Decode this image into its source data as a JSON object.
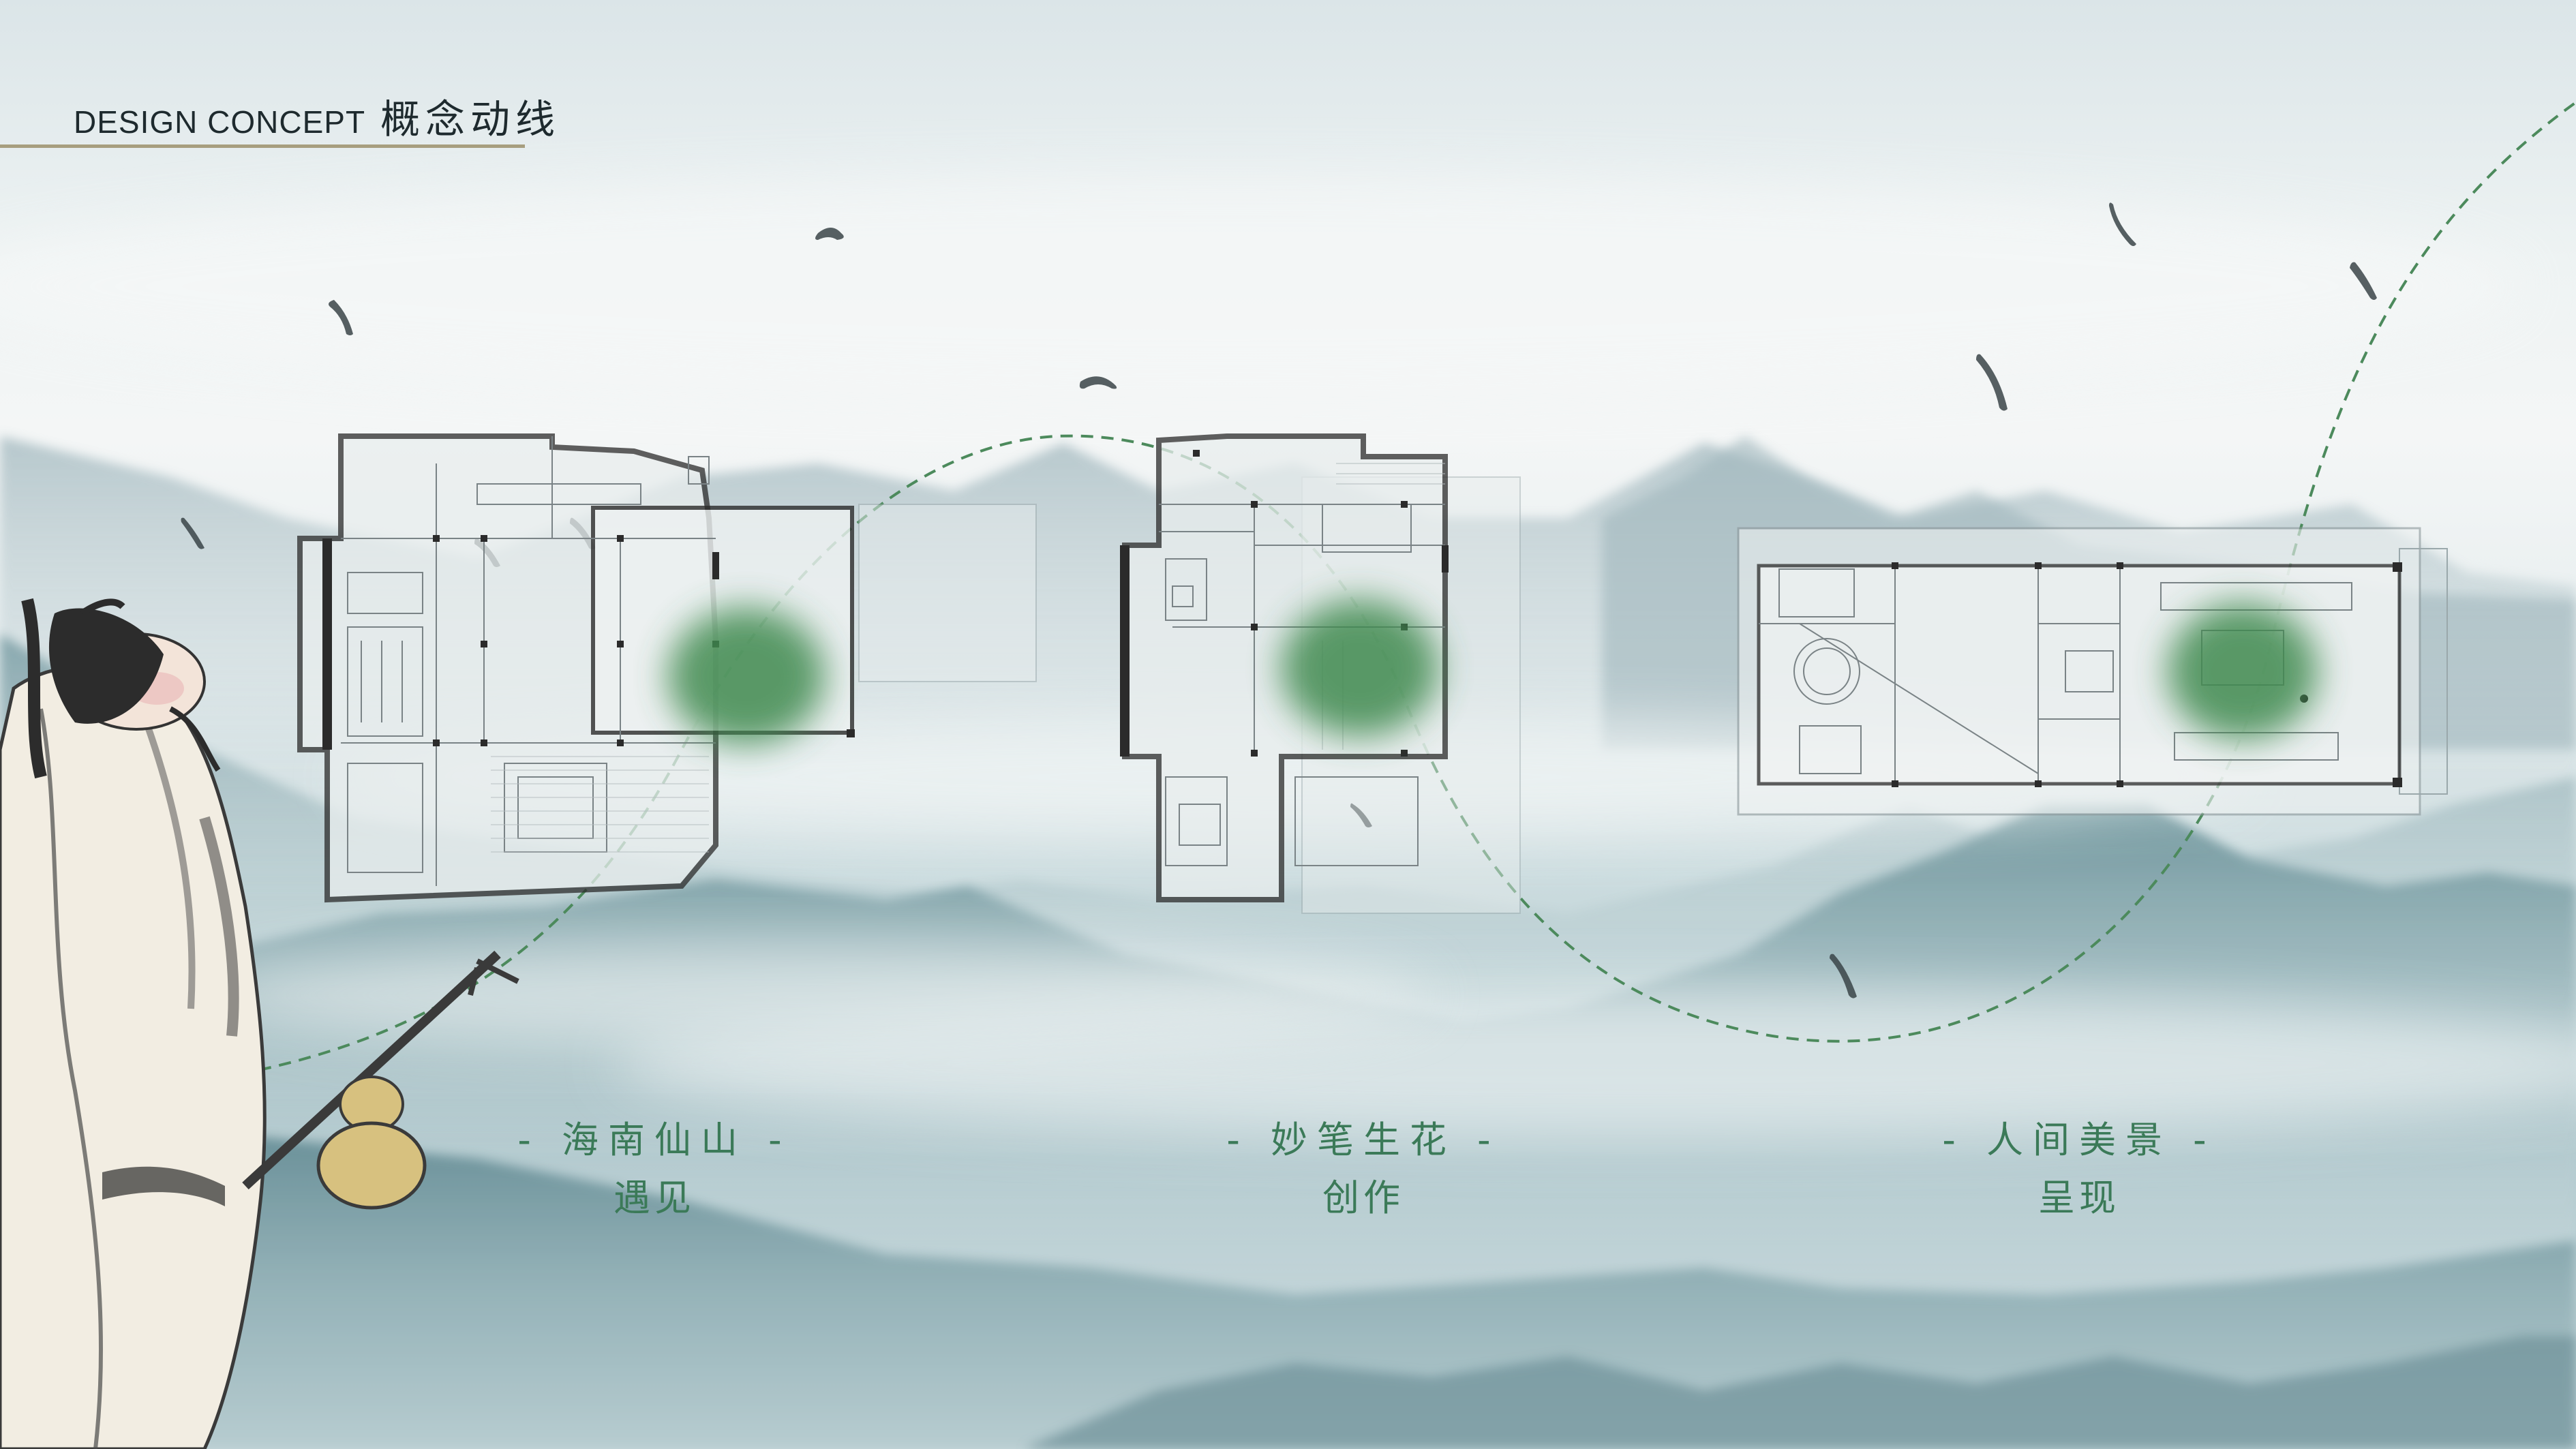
{
  "header": {
    "title_en": "DESIGN CONCEPT",
    "title_cn": "概念动线"
  },
  "captions": [
    {
      "line1": "- 海南仙山 -",
      "line2": "遇见"
    },
    {
      "line1": "- 妙笔生花 -",
      "line2": "创作"
    },
    {
      "line1": "- 人间美景 -",
      "line2": "呈现"
    }
  ],
  "colors": {
    "accent_green": "#3b7a58",
    "path_green": "#4c8a5c",
    "focus_green": "#3f8a4f",
    "title_rule": "#a79e7f"
  },
  "icons": [
    "bird-icon",
    "scholar-figure",
    "floor-plan",
    "focus-dot"
  ]
}
